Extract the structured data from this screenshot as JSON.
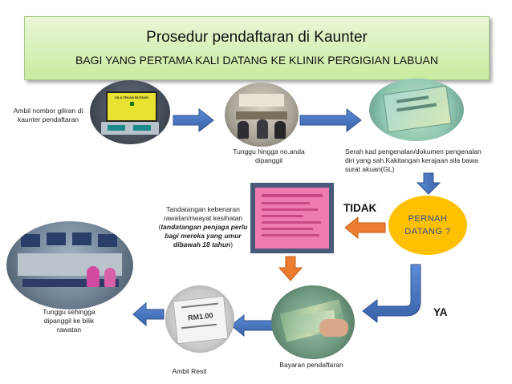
{
  "header": {
    "title": "Prosedur pendaftaran di Kaunter",
    "subtitle": "BAGI YANG PERTAMA KALI DATANG KE KLINIK PERGIGIAN LABUAN"
  },
  "steps": {
    "kiosk_caption": "Ambil nombor giliran di kaunter pendaftaran",
    "kiosk_screen_text": "SILA TEKAN BUTANG",
    "wait_caption": "Tunggu hingga no.anda dipanggil",
    "id_caption": "Serah kad pengenalan/dokumen pengenalan diri yang sah.Kakitangan kerajaan sila bawa surat akuan(GL)",
    "decision_label": "PERNAH DATANG ?",
    "no_label": "TIDAK",
    "yes_label": "YA",
    "form_caption_plain": "Tandatangan kebenaran rawatan/riwayat kesihatan",
    "form_caption_open": "(",
    "form_caption_emphasis": "tandatangan penjaga perlu bagi mereka yang umur dibawah 18 tahun",
    "form_caption_close": ")",
    "payment_caption": "Bayaran pendaftaran",
    "receipt_caption": "Ambil Resit",
    "receipt_amount": "RM1.00",
    "waitroom_caption": "Tunggu sehingga dipanggil ke bilik rawatan"
  },
  "colors": {
    "banner_top": "#e9f7d6",
    "banner_bottom": "#c9eba0",
    "flow_arrow": "#4472c4",
    "no_arrow": "#ed7d31",
    "decision": "#ffc000",
    "decision_text": "#2e4e8c",
    "form_pink": "#f07bb0"
  }
}
